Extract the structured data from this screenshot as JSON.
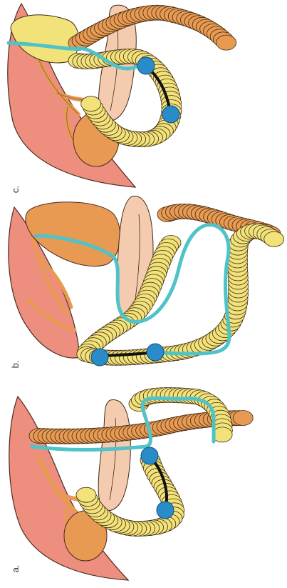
{
  "panels": [
    {
      "id": "c",
      "label": "c."
    },
    {
      "id": "b",
      "label": "b."
    },
    {
      "id": "a",
      "label": "a."
    }
  ],
  "colors": {
    "liver": "#EE8E7E",
    "liver_outline": "#4a2a22",
    "gallbladder_and_pancreas": "#E89A52",
    "stomach_or_duodenum": "#F5CBB0",
    "yellow_coil": "#F2E27A",
    "orange_coil": "#E89A52",
    "coil_outline": "#3d2a14",
    "guide_path": "#4FC3C7",
    "marker_balls": "#2A8BC9",
    "marker_link": "#111111"
  },
  "icons": [
    "marker-ball",
    "guide-line",
    "coiled-tube"
  ]
}
